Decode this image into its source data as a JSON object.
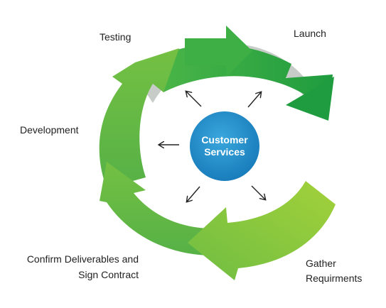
{
  "hub": {
    "line1": "Customer",
    "line2": "Services"
  },
  "stages": [
    {
      "line1": "Launch"
    },
    {
      "line1": "Testing"
    },
    {
      "line1": "Development"
    },
    {
      "line1": "Confirm Deliverables and",
      "line2": "Sign Contract"
    },
    {
      "line1": "Gather",
      "line2": "Requirments"
    }
  ],
  "colors": {
    "hub": "#1e8fc9",
    "arrow_dark": "#2aa541",
    "arrow_mid": "#4cb848",
    "arrow_light": "#8cc63f",
    "ring_shadow": "#b8b8b8",
    "pointer": "#222222"
  }
}
